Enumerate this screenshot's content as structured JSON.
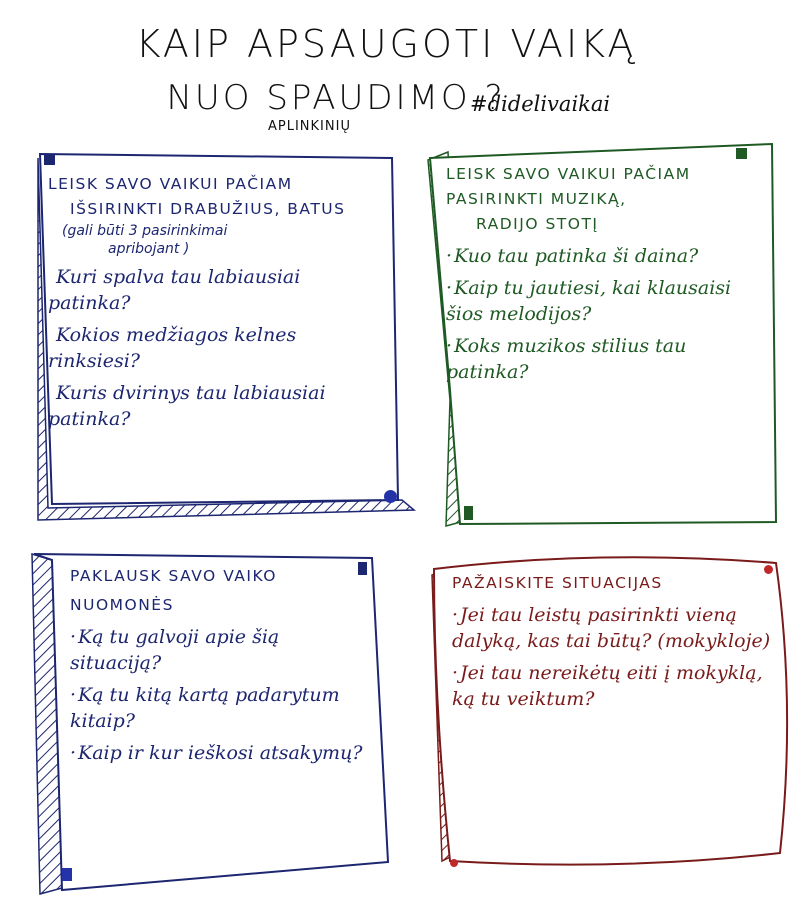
{
  "title": {
    "line1": "KAIP APSAUGOTI VAIKĄ",
    "line2": "NUO SPAUDIMO ?",
    "sub": "APLINKINIŲ",
    "hashtag": "#didelivaikai"
  },
  "colors": {
    "blue": "#1d2670",
    "green": "#1f5a24",
    "red": "#7a1b1b",
    "ink": "#111111"
  },
  "cards": [
    {
      "heading": [
        "LEISK SAVO VAIKUI PAČIAM",
        "IŠSIRINKTI DRABUŽIUS, BATUS"
      ],
      "note": [
        "(gali būti 3 pasirinkimai",
        "apribojant )"
      ],
      "questions": [
        "Kuri spalva tau labiausiai patinka?",
        "Kokios medžiagos kelnes rinksiesi?",
        "Kuris dvirinys tau labiausiai patinka?"
      ]
    },
    {
      "heading": [
        "LEISK SAVO VAIKUI PAČIAM",
        "PASIRINKTI MUZIKĄ,",
        "RADIJO STOTĮ"
      ],
      "questions": [
        "Kuo tau patinka ši daina?",
        "Kaip tu jautiesi, kai klausaisi šios melodijos?",
        "Koks muzikos stilius tau patinka?"
      ]
    },
    {
      "heading": [
        "PAKLAUSK SAVO VAIKO",
        "NUOMONĖS"
      ],
      "questions": [
        "Ką tu galvoji apie šią situaciją?",
        "Ką tu kitą kartą padarytum kitaip?",
        "Kaip ir kur ieškosi atsakymų?"
      ]
    },
    {
      "heading": [
        "PAŽAISKITE SITUACIJAS"
      ],
      "questions": [
        "Jei tau leistų pasirinkti vieną dalyką, kas tai būtų? (mokykloje)",
        "Jei tau nereikėtų eiti į mokyklą, ką tu veiktum?"
      ]
    }
  ]
}
